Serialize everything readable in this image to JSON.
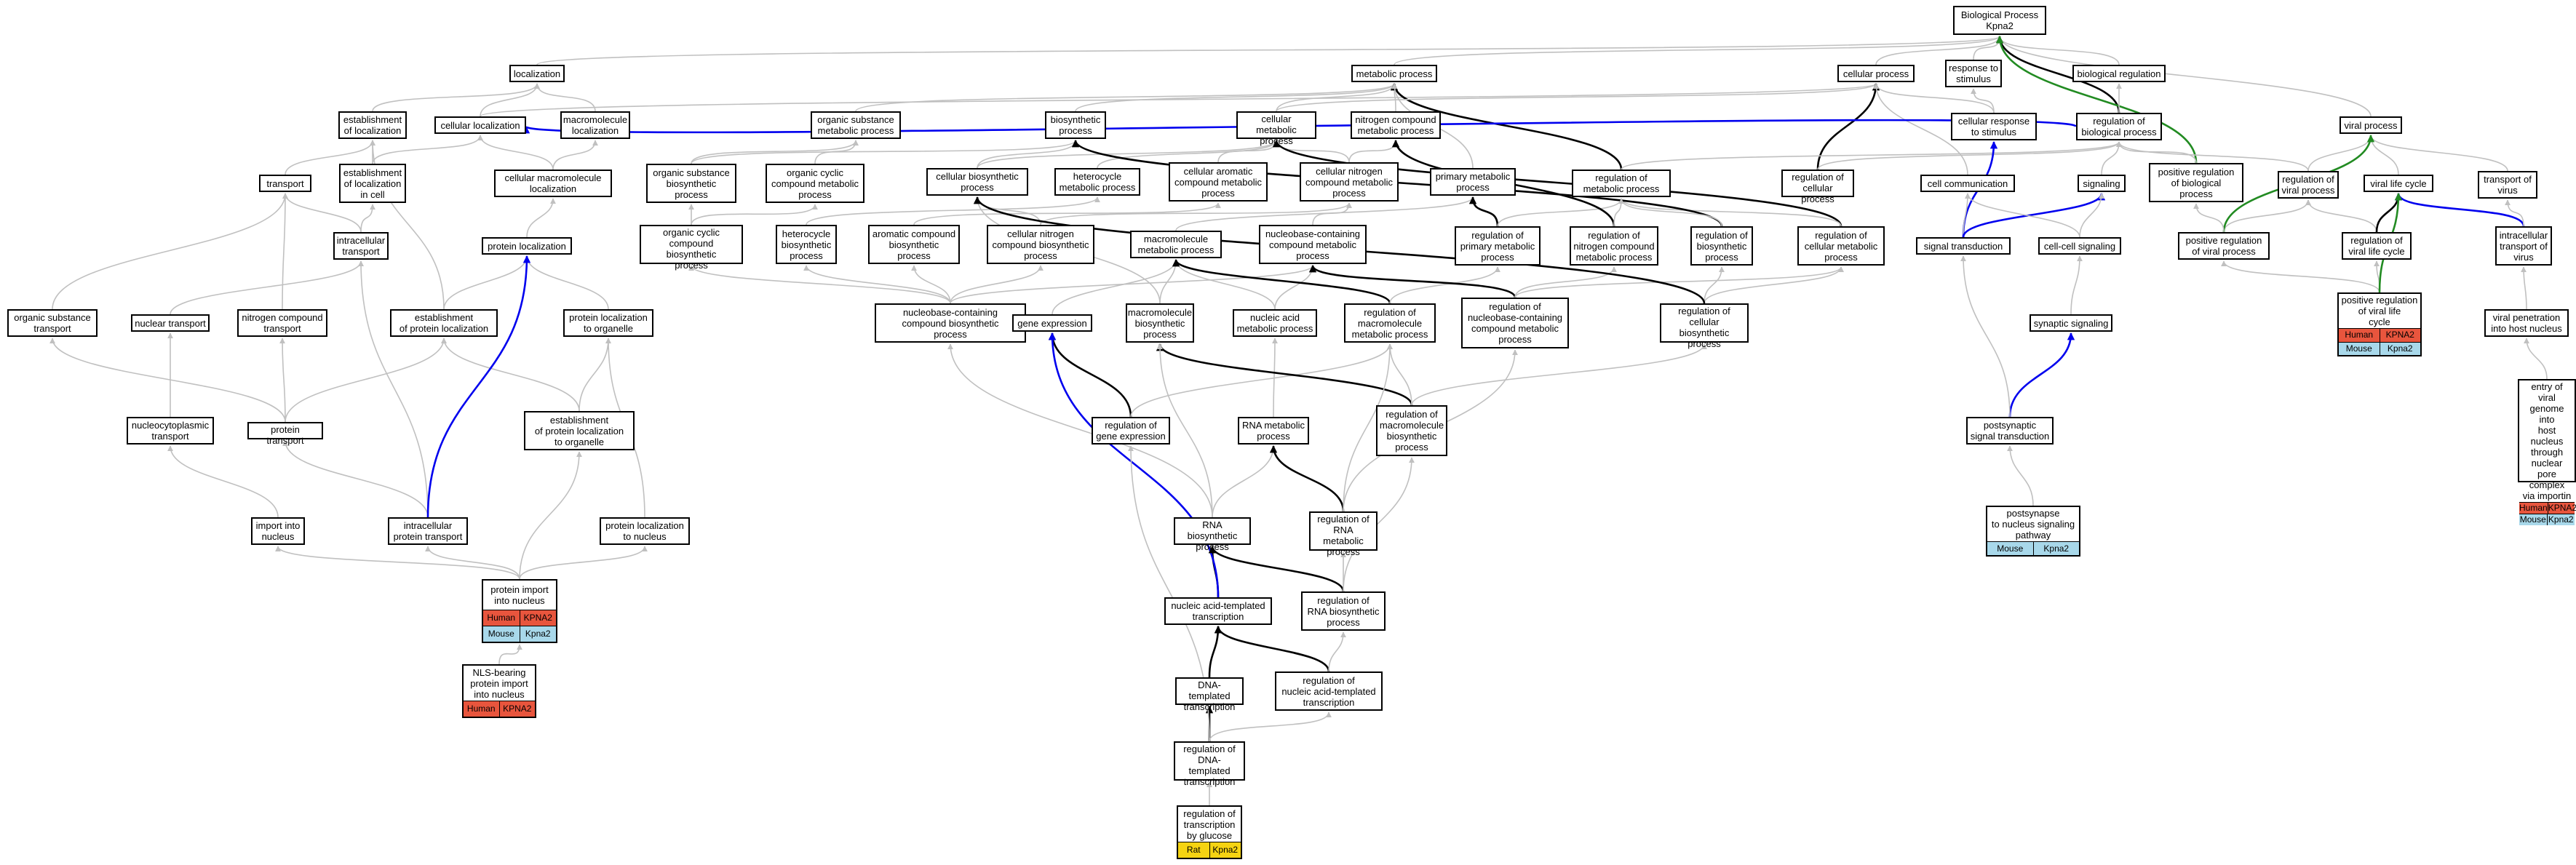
{
  "colors": {
    "grey": "#c0c0c0",
    "black": "#000000",
    "blue": "#0000ee",
    "green": "#228b22",
    "Human": "#e8553d",
    "Mouse": "#a8d8ea",
    "Rat": "#f5d312"
  },
  "nodes": [
    {
      "id": "bp",
      "label": "Biological Process\nKpna2"
    },
    {
      "id": "resp_stim",
      "label": "response to\nstimulus"
    },
    {
      "id": "bio_reg",
      "label": "biological regulation"
    },
    {
      "id": "cell_proc",
      "label": "cellular process"
    },
    {
      "id": "met_proc",
      "label": "metabolic process"
    },
    {
      "id": "localization",
      "label": "localization"
    },
    {
      "id": "viral_proc",
      "label": "viral process"
    },
    {
      "id": "reg_bio_proc",
      "label": "regulation of\nbiological process"
    },
    {
      "id": "cell_resp_stim",
      "label": "cellular response\nto stimulus"
    },
    {
      "id": "pos_reg_bio",
      "label": "positive regulation\nof biological\nprocess"
    },
    {
      "id": "est_loc",
      "label": "establishment\nof localization"
    },
    {
      "id": "cell_loc",
      "label": "cellular localization"
    },
    {
      "id": "macro_loc",
      "label": "macromolecule\nlocalization"
    },
    {
      "id": "org_sub_met",
      "label": "organic substance\nmetabolic process"
    },
    {
      "id": "biosyn",
      "label": "biosynthetic\nprocess"
    },
    {
      "id": "cell_met",
      "label": "cellular metabolic\nprocess"
    },
    {
      "id": "nitro_met",
      "label": "nitrogen compound\nmetabolic process"
    },
    {
      "id": "transport",
      "label": "transport"
    },
    {
      "id": "est_loc_cell",
      "label": "establishment\nof localization\nin cell"
    },
    {
      "id": "cell_macro_loc",
      "label": "cellular macromolecule\nlocalization"
    },
    {
      "id": "org_sub_biosyn",
      "label": "organic substance\nbiosynthetic\nprocess"
    },
    {
      "id": "org_cyc_met",
      "label": "organic cyclic\ncompound metabolic\nprocess"
    },
    {
      "id": "cell_biosyn",
      "label": "cellular biosynthetic\nprocess"
    },
    {
      "id": "hetero_met",
      "label": "heterocycle\nmetabolic process"
    },
    {
      "id": "cell_arom_met",
      "label": "cellular aromatic\ncompound metabolic\nprocess"
    },
    {
      "id": "cell_nitro_met",
      "label": "cellular nitrogen\ncompound metabolic\nprocess"
    },
    {
      "id": "prim_met",
      "label": "primary metabolic\nprocess"
    },
    {
      "id": "reg_met",
      "label": "regulation of\nmetabolic process"
    },
    {
      "id": "reg_cell_proc",
      "label": "regulation of\ncellular process"
    },
    {
      "id": "cell_comm",
      "label": "cell communication"
    },
    {
      "id": "signaling",
      "label": "signaling"
    },
    {
      "id": "reg_viral",
      "label": "regulation of\nviral process"
    },
    {
      "id": "viral_life",
      "label": "viral life cycle"
    },
    {
      "id": "transport_virus",
      "label": "transport of\nvirus"
    },
    {
      "id": "intra_transport",
      "label": "intracellular\ntransport"
    },
    {
      "id": "prot_loc",
      "label": "protein localization"
    },
    {
      "id": "org_cyc_biosyn",
      "label": "organic cyclic\ncompound biosynthetic\nprocess"
    },
    {
      "id": "hetero_biosyn",
      "label": "heterocycle\nbiosynthetic\nprocess"
    },
    {
      "id": "arom_biosyn",
      "label": "aromatic compound\nbiosynthetic\nprocess"
    },
    {
      "id": "cell_nitro_biosyn",
      "label": "cellular nitrogen\ncompound biosynthetic\nprocess"
    },
    {
      "id": "macro_met",
      "label": "macromolecule\nmetabolic process"
    },
    {
      "id": "nucbase_met",
      "label": "nucleobase-containing\ncompound metabolic\nprocess"
    },
    {
      "id": "reg_prim_met",
      "label": "regulation of\nprimary metabolic\nprocess"
    },
    {
      "id": "reg_nitro_met",
      "label": "regulation of\nnitrogen compound\nmetabolic process"
    },
    {
      "id": "reg_biosyn",
      "label": "regulation of\nbiosynthetic\nprocess"
    },
    {
      "id": "reg_cell_met",
      "label": "regulation of\ncellular metabolic\nprocess"
    },
    {
      "id": "sig_trans",
      "label": "signal transduction"
    },
    {
      "id": "cc_sig",
      "label": "cell-cell signaling"
    },
    {
      "id": "pos_reg_viral",
      "label": "positive regulation\nof viral process"
    },
    {
      "id": "reg_viral_life",
      "label": "regulation of\nviral life cycle"
    },
    {
      "id": "intra_trans_virus",
      "label": "intracellular\ntransport of\nvirus"
    },
    {
      "id": "org_sub_transport",
      "label": "organic substance\ntransport"
    },
    {
      "id": "nuc_transport",
      "label": "nuclear transport"
    },
    {
      "id": "nitro_transport",
      "label": "nitrogen compound\ntransport"
    },
    {
      "id": "est_prot_loc",
      "label": "establishment\nof protein localization"
    },
    {
      "id": "prot_loc_org",
      "label": "protein localization\nto organelle"
    },
    {
      "id": "nucbase_biosyn",
      "label": "nucleobase-containing\ncompound biosynthetic\nprocess"
    },
    {
      "id": "gene_expr",
      "label": "gene expression"
    },
    {
      "id": "macro_biosyn",
      "label": "macromolecule\nbiosynthetic\nprocess"
    },
    {
      "id": "nuc_acid_met",
      "label": "nucleic acid\nmetabolic process"
    },
    {
      "id": "reg_macro_met",
      "label": "regulation of\nmacromolecule\nmetabolic process"
    },
    {
      "id": "reg_nucbase_met",
      "label": "regulation of\nnucleobase-containing\ncompound metabolic\nprocess"
    },
    {
      "id": "reg_cell_biosyn",
      "label": "regulation of\ncellular biosynthetic\nprocess"
    },
    {
      "id": "syn_sig",
      "label": "synaptic signaling"
    },
    {
      "id": "pos_reg_viral_life",
      "label": "positive regulation\nof viral life\ncycle",
      "species": [
        [
          "Human",
          "KPNA2"
        ],
        [
          "Mouse",
          "Kpna2"
        ]
      ]
    },
    {
      "id": "viral_pen",
      "label": "viral penetration\ninto host nucleus"
    },
    {
      "id": "nucleocyto",
      "label": "nucleocytoplasmic\ntransport"
    },
    {
      "id": "prot_transport",
      "label": "protein transport"
    },
    {
      "id": "est_prot_loc_org",
      "label": "establishment\nof protein localization\nto organelle"
    },
    {
      "id": "reg_gene_expr",
      "label": "regulation of\ngene expression"
    },
    {
      "id": "rna_met",
      "label": "RNA metabolic\nprocess"
    },
    {
      "id": "reg_macro_biosyn",
      "label": "regulation of\nmacromolecule\nbiosynthetic\nprocess"
    },
    {
      "id": "postsyn_sig",
      "label": "postsynaptic\nsignal transduction"
    },
    {
      "id": "entry_viral",
      "label": "entry of viral\ngenome into\nhost nucleus\nthrough nuclear\npore complex\nvia importin",
      "species": [
        [
          "Human",
          "KPNA2"
        ],
        [
          "Mouse",
          "Kpna2"
        ]
      ]
    },
    {
      "id": "import_nuc",
      "label": "import into\nnucleus"
    },
    {
      "id": "intra_prot_transport",
      "label": "intracellular\nprotein transport"
    },
    {
      "id": "prot_loc_nuc",
      "label": "protein localization\nto nucleus"
    },
    {
      "id": "rna_biosyn",
      "label": "RNA biosynthetic\nprocess"
    },
    {
      "id": "reg_rna_met",
      "label": "regulation of\nRNA metabolic\nprocess"
    },
    {
      "id": "postsynapse_path",
      "label": "postsynapse\nto nucleus signaling\npathway",
      "species": [
        [
          "Mouse",
          "Kpna2"
        ]
      ]
    },
    {
      "id": "prot_import_nuc",
      "label": "protein import\ninto nucleus",
      "species": [
        [
          "Human",
          "KPNA2"
        ],
        [
          "Mouse",
          "Kpna2"
        ]
      ]
    },
    {
      "id": "nuc_acid_trans",
      "label": "nucleic acid-templated\ntranscription"
    },
    {
      "id": "reg_rna_biosyn",
      "label": "regulation of\nRNA biosynthetic\nprocess"
    },
    {
      "id": "nls_import",
      "label": "NLS-bearing\nprotein import\ninto nucleus",
      "species": [
        [
          "Human",
          "KPNA2"
        ]
      ]
    },
    {
      "id": "dna_trans",
      "label": "DNA-templated\ntranscription"
    },
    {
      "id": "reg_nuc_acid_trans",
      "label": "regulation of\nnucleic acid-templated\ntranscription"
    },
    {
      "id": "reg_dna_trans",
      "label": "regulation of\nDNA-templated\ntranscription"
    },
    {
      "id": "reg_trans_glucose",
      "label": "regulation of\ntranscription\nby glucose",
      "species": [
        [
          "Rat",
          "Kpna2"
        ]
      ]
    }
  ],
  "edges": [
    [
      "resp_stim",
      "bp",
      "grey"
    ],
    [
      "bio_reg",
      "bp",
      "grey"
    ],
    [
      "cell_proc",
      "bp",
      "grey"
    ],
    [
      "met_proc",
      "bp",
      "grey"
    ],
    [
      "localization",
      "bp",
      "grey"
    ],
    [
      "viral_proc",
      "bp",
      "grey"
    ],
    [
      "reg_bio_proc",
      "bp",
      "black"
    ],
    [
      "pos_reg_bio",
      "bp",
      "green"
    ],
    [
      "reg_bio_proc",
      "bio_reg",
      "grey"
    ],
    [
      "cell_resp_stim",
      "resp_stim",
      "grey"
    ],
    [
      "cell_resp_stim",
      "cell_proc",
      "grey"
    ],
    [
      "pos_reg_bio",
      "reg_bio_proc",
      "grey"
    ],
    [
      "est_loc",
      "localization",
      "grey"
    ],
    [
      "cell_loc",
      "localization",
      "grey"
    ],
    [
      "macro_loc",
      "localization",
      "grey"
    ],
    [
      "cell_loc",
      "cell_proc",
      "grey"
    ],
    [
      "org_sub_met",
      "met_proc",
      "grey"
    ],
    [
      "biosyn",
      "met_proc",
      "grey"
    ],
    [
      "cell_met",
      "met_proc",
      "grey"
    ],
    [
      "nitro_met",
      "met_proc",
      "grey"
    ],
    [
      "reg_met",
      "met_proc",
      "black"
    ],
    [
      "cell_met",
      "cell_proc",
      "grey"
    ],
    [
      "reg_cell_proc",
      "cell_proc",
      "black"
    ],
    [
      "reg_cell_proc",
      "reg_bio_proc",
      "grey"
    ],
    [
      "reg_met",
      "reg_bio_proc",
      "grey"
    ],
    [
      "cell_comm",
      "cell_proc",
      "grey"
    ],
    [
      "signaling",
      "reg_bio_proc",
      "grey"
    ],
    [
      "reg_viral",
      "viral_proc",
      "grey"
    ],
    [
      "reg_viral",
      "reg_bio_proc",
      "grey"
    ],
    [
      "viral_life",
      "viral_proc",
      "grey"
    ],
    [
      "transport_virus",
      "viral_proc",
      "grey"
    ],
    [
      "transport",
      "est_loc",
      "grey"
    ],
    [
      "est_loc_cell",
      "est_loc",
      "grey"
    ],
    [
      "est_loc_cell",
      "cell_loc",
      "grey"
    ],
    [
      "cell_macro_loc",
      "macro_loc",
      "grey"
    ],
    [
      "cell_macro_loc",
      "cell_loc",
      "grey"
    ],
    [
      "org_sub_biosyn",
      "org_sub_met",
      "grey"
    ],
    [
      "org_sub_biosyn",
      "biosyn",
      "grey"
    ],
    [
      "org_cyc_met",
      "org_sub_met",
      "grey"
    ],
    [
      "cell_biosyn",
      "biosyn",
      "grey"
    ],
    [
      "cell_biosyn",
      "cell_met",
      "grey"
    ],
    [
      "hetero_met",
      "cell_met",
      "grey"
    ],
    [
      "cell_arom_met",
      "cell_met",
      "grey"
    ],
    [
      "cell_nitro_met",
      "cell_met",
      "grey"
    ],
    [
      "cell_nitro_met",
      "nitro_met",
      "grey"
    ],
    [
      "prim_met",
      "met_proc",
      "grey"
    ],
    [
      "reg_cell_met",
      "cell_met",
      "black"
    ],
    [
      "reg_cell_met",
      "reg_met",
      "grey"
    ],
    [
      "intra_transport",
      "transport",
      "grey"
    ],
    [
      "intra_transport",
      "est_loc_cell",
      "grey"
    ],
    [
      "prot_loc",
      "cell_macro_loc",
      "grey"
    ],
    [
      "org_cyc_biosyn",
      "org_cyc_met",
      "grey"
    ],
    [
      "org_cyc_biosyn",
      "org_sub_biosyn",
      "grey"
    ],
    [
      "hetero_biosyn",
      "hetero_met",
      "grey"
    ],
    [
      "arom_biosyn",
      "cell_arom_met",
      "grey"
    ],
    [
      "cell_nitro_biosyn",
      "cell_nitro_met",
      "grey"
    ],
    [
      "cell_nitro_biosyn",
      "cell_biosyn",
      "grey"
    ],
    [
      "macro_met",
      "prim_met",
      "grey"
    ],
    [
      "nucbase_met",
      "cell_nitro_met",
      "grey"
    ],
    [
      "reg_prim_met",
      "prim_met",
      "black"
    ],
    [
      "reg_prim_met",
      "reg_met",
      "grey"
    ],
    [
      "reg_nitro_met",
      "nitro_met",
      "black"
    ],
    [
      "reg_nitro_met",
      "reg_met",
      "grey"
    ],
    [
      "reg_biosyn",
      "biosyn",
      "black"
    ],
    [
      "reg_biosyn",
      "reg_met",
      "grey"
    ],
    [
      "sig_trans",
      "cell_resp_stim",
      "blue"
    ],
    [
      "sig_trans",
      "cell_comm",
      "grey"
    ],
    [
      "sig_trans",
      "signaling",
      "blue"
    ],
    [
      "cc_sig",
      "cell_comm",
      "grey"
    ],
    [
      "cc_sig",
      "signaling",
      "grey"
    ],
    [
      "pos_reg_viral",
      "reg_viral",
      "grey"
    ],
    [
      "pos_reg_viral",
      "viral_proc",
      "green"
    ],
    [
      "pos_reg_viral",
      "pos_reg_bio",
      "grey"
    ],
    [
      "reg_viral_life",
      "reg_viral",
      "grey"
    ],
    [
      "reg_viral_life",
      "viral_life",
      "black"
    ],
    [
      "intra_trans_virus",
      "viral_life",
      "blue"
    ],
    [
      "intra_trans_virus",
      "transport_virus",
      "grey"
    ],
    [
      "nuc_transport",
      "intra_transport",
      "grey"
    ],
    [
      "nitro_transport",
      "transport",
      "grey"
    ],
    [
      "org_sub_transport",
      "transport",
      "grey"
    ],
    [
      "est_prot_loc",
      "prot_loc",
      "grey"
    ],
    [
      "est_prot_loc",
      "est_loc",
      "grey"
    ],
    [
      "prot_loc_org",
      "prot_loc",
      "grey"
    ],
    [
      "nucbase_biosyn",
      "nucbase_met",
      "grey"
    ],
    [
      "nucbase_biosyn",
      "cell_nitro_biosyn",
      "grey"
    ],
    [
      "nucbase_biosyn",
      "hetero_biosyn",
      "grey"
    ],
    [
      "nucbase_biosyn",
      "arom_biosyn",
      "grey"
    ],
    [
      "nucbase_biosyn",
      "org_cyc_biosyn",
      "grey"
    ],
    [
      "gene_expr",
      "macro_met",
      "grey"
    ],
    [
      "macro_biosyn",
      "macro_met",
      "grey"
    ],
    [
      "macro_biosyn",
      "cell_biosyn",
      "grey"
    ],
    [
      "nuc_acid_met",
      "nucbase_met",
      "grey"
    ],
    [
      "nuc_acid_met",
      "macro_met",
      "grey"
    ],
    [
      "reg_macro_met",
      "macro_met",
      "black"
    ],
    [
      "reg_macro_met",
      "reg_prim_met",
      "grey"
    ],
    [
      "reg_nucbase_met",
      "nucbase_met",
      "black"
    ],
    [
      "reg_nucbase_met",
      "reg_cell_met",
      "grey"
    ],
    [
      "reg_nucbase_met",
      "reg_nitro_met",
      "grey"
    ],
    [
      "reg_cell_biosyn",
      "reg_biosyn",
      "grey"
    ],
    [
      "reg_cell_biosyn",
      "reg_cell_met",
      "grey"
    ],
    [
      "reg_cell_biosyn",
      "cell_biosyn",
      "black"
    ],
    [
      "syn_sig",
      "cc_sig",
      "grey"
    ],
    [
      "pos_reg_viral_life",
      "reg_viral_life",
      "grey"
    ],
    [
      "pos_reg_viral_life",
      "pos_reg_viral",
      "grey"
    ],
    [
      "pos_reg_viral_life",
      "viral_life",
      "green"
    ],
    [
      "viral_pen",
      "intra_trans_virus",
      "grey"
    ],
    [
      "nucleocyto",
      "nuc_transport",
      "grey"
    ],
    [
      "prot_transport",
      "est_prot_loc",
      "grey"
    ],
    [
      "prot_transport",
      "nitro_transport",
      "grey"
    ],
    [
      "prot_transport",
      "org_sub_transport",
      "grey"
    ],
    [
      "est_prot_loc_org",
      "est_prot_loc",
      "grey"
    ],
    [
      "est_prot_loc_org",
      "prot_loc_org",
      "grey"
    ],
    [
      "reg_gene_expr",
      "gene_expr",
      "black"
    ],
    [
      "reg_gene_expr",
      "reg_macro_met",
      "grey"
    ],
    [
      "rna_met",
      "nuc_acid_met",
      "grey"
    ],
    [
      "reg_macro_biosyn",
      "macro_biosyn",
      "black"
    ],
    [
      "reg_macro_biosyn",
      "reg_macro_met",
      "grey"
    ],
    [
      "reg_macro_biosyn",
      "reg_cell_biosyn",
      "grey"
    ],
    [
      "postsyn_sig",
      "syn_sig",
      "blue"
    ],
    [
      "postsyn_sig",
      "sig_trans",
      "grey"
    ],
    [
      "entry_viral",
      "viral_pen",
      "grey"
    ],
    [
      "import_nuc",
      "nucleocyto",
      "grey"
    ],
    [
      "intra_prot_transport",
      "prot_transport",
      "grey"
    ],
    [
      "intra_prot_transport",
      "intra_transport",
      "grey"
    ],
    [
      "intra_prot_transport",
      "prot_loc",
      "blue"
    ],
    [
      "prot_loc_nuc",
      "prot_loc_org",
      "grey"
    ],
    [
      "rna_biosyn",
      "rna_met",
      "grey"
    ],
    [
      "rna_biosyn",
      "macro_biosyn",
      "grey"
    ],
    [
      "rna_biosyn",
      "nucbase_biosyn",
      "grey"
    ],
    [
      "reg_rna_met",
      "rna_met",
      "black"
    ],
    [
      "reg_rna_met",
      "reg_macro_met",
      "grey"
    ],
    [
      "reg_rna_met",
      "reg_nucbase_met",
      "grey"
    ],
    [
      "postsynapse_path",
      "postsyn_sig",
      "grey"
    ],
    [
      "prot_import_nuc",
      "import_nuc",
      "grey"
    ],
    [
      "prot_import_nuc",
      "intra_prot_transport",
      "grey"
    ],
    [
      "prot_import_nuc",
      "prot_loc_nuc",
      "grey"
    ],
    [
      "prot_import_nuc",
      "est_prot_loc_org",
      "grey"
    ],
    [
      "nuc_acid_trans",
      "rna_biosyn",
      "black"
    ],
    [
      "nuc_acid_trans",
      "gene_expr",
      "blue"
    ],
    [
      "reg_rna_biosyn",
      "rna_biosyn",
      "black"
    ],
    [
      "reg_rna_biosyn",
      "reg_rna_met",
      "grey"
    ],
    [
      "reg_rna_biosyn",
      "reg_macro_biosyn",
      "grey"
    ],
    [
      "nls_import",
      "prot_import_nuc",
      "grey"
    ],
    [
      "dna_trans",
      "nuc_acid_trans",
      "black"
    ],
    [
      "reg_nuc_acid_trans",
      "nuc_acid_trans",
      "black"
    ],
    [
      "reg_nuc_acid_trans",
      "reg_rna_biosyn",
      "grey"
    ],
    [
      "reg_dna_trans",
      "dna_trans",
      "black"
    ],
    [
      "reg_dna_trans",
      "reg_nuc_acid_trans",
      "grey"
    ],
    [
      "reg_dna_trans",
      "reg_gene_expr",
      "grey"
    ],
    [
      "reg_trans_glucose",
      "reg_dna_trans",
      "grey"
    ],
    [
      "reg_bio_proc",
      "cell_loc",
      "blue"
    ]
  ]
}
